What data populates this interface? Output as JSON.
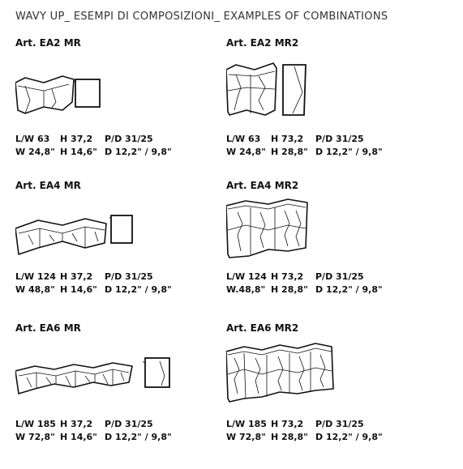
{
  "title": "WAVY UP_ ESEMPI DI COMPOSIZIONI_ EXAMPLES OF COMBINATIONS",
  "cards": [
    {
      "name": "Art. EA2 MR",
      "rows": [
        [
          "L/W 63",
          "H 37,2",
          "P/D 31/25"
        ],
        [
          "W 24,8\"",
          "H 14,6\"",
          "D 12,2\" / 9,8\""
        ]
      ]
    },
    {
      "name": "Art. EA2 MR2",
      "rows": [
        [
          "L/W 63",
          "H 73,2",
          "P/D 31/25"
        ],
        [
          "W 24,8\"",
          "H 28,8\"",
          "D 12,2\" / 9,8\""
        ]
      ]
    },
    {
      "name": "Art. EA4 MR",
      "rows": [
        [
          "L/W 124",
          "H 37,2",
          "P/D 31/25"
        ],
        [
          "W 48,8\"",
          "H 14,6\"",
          "D 12,2\" / 9,8\""
        ]
      ]
    },
    {
      "name": "Art. EA4 MR2",
      "rows": [
        [
          "L/W 124",
          "H 73,2",
          "P/D 31/25"
        ],
        [
          "W.48,8\"",
          "H 28,8\"",
          "D 12,2\" / 9,8\""
        ]
      ]
    },
    {
      "name": "Art. EA6 MR",
      "rows": [
        [
          "L/W 185",
          "H 37,2",
          "P/D 31/25"
        ],
        [
          "W 72,8\"",
          "H 14,6\"",
          "D 12,2\" / 9,8\""
        ]
      ]
    },
    {
      "name": "Art. EA6 MR2",
      "rows": [
        [
          "L/W 185",
          "H 73,2",
          "P/D 31/25"
        ],
        [
          "W 72,8\"",
          "H 28,8\"",
          "D 12,2\" / 9,8\""
        ]
      ]
    }
  ]
}
